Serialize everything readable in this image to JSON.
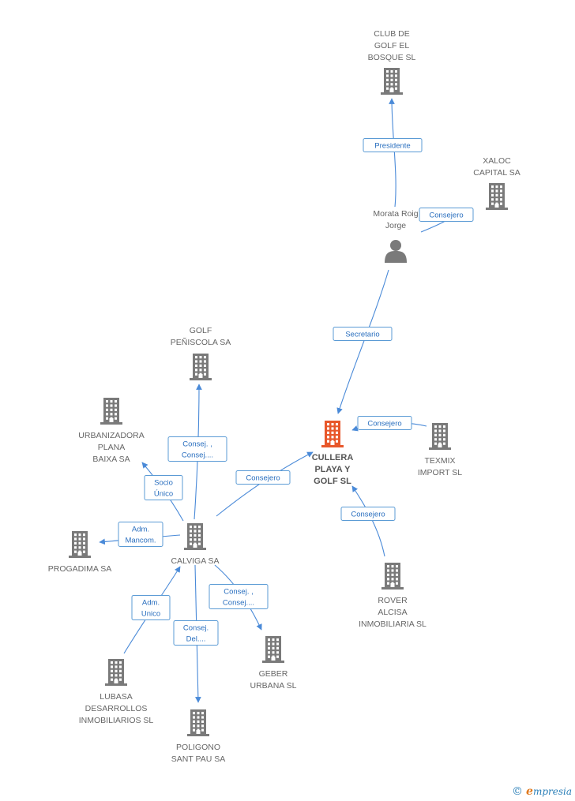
{
  "colors": {
    "building": "#7a7a7a",
    "main_building": "#e8572a",
    "person": "#7a7a7a",
    "edge": "#4a8ad8"
  },
  "nodes": [
    {
      "id": "club",
      "type": "company",
      "lines": [
        "CLUB DE",
        "GOLF EL",
        "BOSQUE SL"
      ]
    },
    {
      "id": "xaloc",
      "type": "company",
      "lines": [
        "XALOC",
        "CAPITAL SA"
      ]
    },
    {
      "id": "morata",
      "type": "person",
      "lines": [
        "Morata Roig",
        "Jorge"
      ]
    },
    {
      "id": "golf",
      "type": "company",
      "lines": [
        "GOLF",
        "PEÑISCOLA SA"
      ]
    },
    {
      "id": "urban",
      "type": "company",
      "lines": [
        "URBANIZADORA",
        "PLANA",
        "BAIXA SA"
      ]
    },
    {
      "id": "cullera",
      "type": "main",
      "lines": [
        "CULLERA",
        "PLAYA Y",
        "GOLF SL"
      ]
    },
    {
      "id": "texmix",
      "type": "company",
      "lines": [
        "TEXMIX",
        "IMPORT SL"
      ]
    },
    {
      "id": "progadima",
      "type": "company",
      "lines": [
        "PROGADIMA SA"
      ]
    },
    {
      "id": "calviga",
      "type": "company",
      "lines": [
        "CALVIGA SA"
      ]
    },
    {
      "id": "rover",
      "type": "company",
      "lines": [
        "ROVER",
        "ALCISA",
        "INMOBILIARIA SL"
      ]
    },
    {
      "id": "lubasa",
      "type": "company",
      "lines": [
        "LUBASA",
        "DESARROLLOS",
        "INMOBILIARIOS SL"
      ]
    },
    {
      "id": "geber",
      "type": "company",
      "lines": [
        "GEBER",
        "URBANA SL"
      ]
    },
    {
      "id": "poligono",
      "type": "company",
      "lines": [
        "POLIGONO",
        "SANT PAU SA"
      ]
    }
  ],
  "edges": [
    {
      "from": "morata",
      "to": "club",
      "label": [
        "Presidente"
      ]
    },
    {
      "from": "morata",
      "to": "xaloc",
      "label": [
        "Consejero"
      ]
    },
    {
      "from": "morata",
      "to": "cullera",
      "label": [
        "Secretario"
      ]
    },
    {
      "from": "texmix",
      "to": "cullera",
      "label": [
        "Consejero"
      ]
    },
    {
      "from": "rover",
      "to": "cullera",
      "label": [
        "Consejero"
      ]
    },
    {
      "from": "calviga",
      "to": "cullera",
      "label": [
        "Consejero"
      ]
    },
    {
      "from": "calviga",
      "to": "golf",
      "label": [
        "Consej. ,",
        "Consej...."
      ]
    },
    {
      "from": "calviga",
      "to": "urban",
      "label": [
        "Socio",
        "Único"
      ]
    },
    {
      "from": "calviga",
      "to": "progadima",
      "label": [
        "Adm.",
        "Mancom."
      ]
    },
    {
      "from": "lubasa",
      "to": "calviga",
      "label": [
        "Adm.",
        "Unico"
      ]
    },
    {
      "from": "calviga",
      "to": "poligono",
      "label": [
        "Consej.",
        "Del...."
      ]
    },
    {
      "from": "calviga",
      "to": "geber",
      "label": [
        "Consej. ,",
        "Consej...."
      ]
    }
  ],
  "footer": {
    "copyright": "©",
    "brand_initial": "e",
    "brand_rest": "mpresia"
  }
}
